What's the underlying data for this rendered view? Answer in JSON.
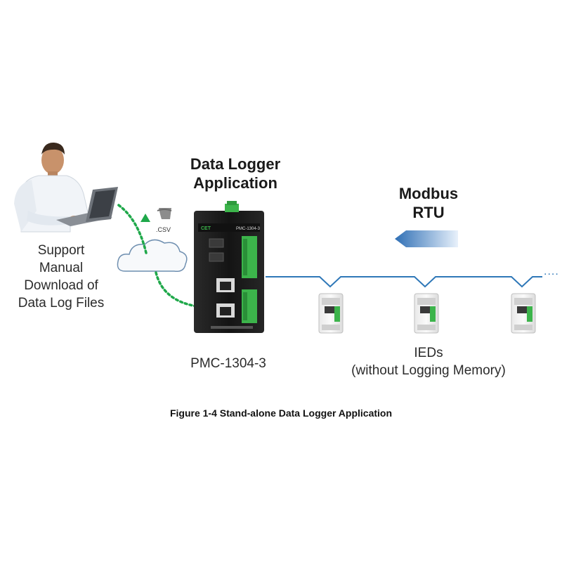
{
  "app_heading": {
    "line1": "Data Logger",
    "line2": "Application"
  },
  "protocol": {
    "line1": "Modbus",
    "line2": "RTU"
  },
  "support_text": {
    "line1": "Support",
    "line2": "Manual",
    "line3": "Download of",
    "line4": "Data Log Files"
  },
  "file_tag": ".CSV",
  "device": {
    "model": "PMC-1304-3",
    "brand": "CET",
    "panel_label": "PMC-1304-3"
  },
  "ieds": {
    "line1": "IEDs",
    "line2": "(without Logging Memory)"
  },
  "continuation": "....",
  "caption": "Figure 1-4 Stand-alone Data Logger Application",
  "colors": {
    "bus_line": "#2f78b8",
    "dashed_link": "#1fa84a",
    "arrow": "#3d80c2",
    "device_body": "#1c1c1c",
    "terminal_green": "#3cb44b"
  }
}
